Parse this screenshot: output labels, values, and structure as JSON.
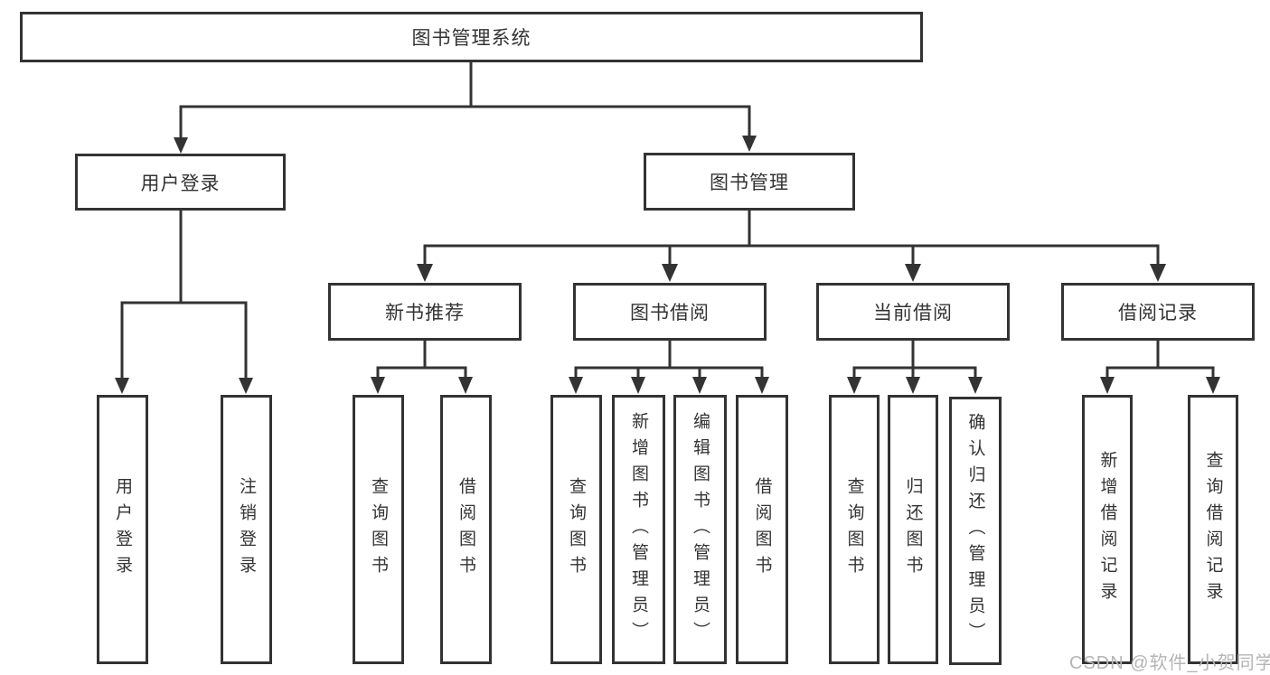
{
  "diagram": {
    "type": "hierarchy",
    "nodes": {
      "root": {
        "label": "图书管理系统"
      },
      "user_login": {
        "label": "用户登录"
      },
      "book_mgmt": {
        "label": "图书管理"
      },
      "new_book_rec": {
        "label": "新书推荐"
      },
      "book_borrow": {
        "label": "图书借阅"
      },
      "current_borrow": {
        "label": "当前借阅"
      },
      "borrow_record": {
        "label": "借阅记录"
      },
      "leaf_user_login": {
        "label": "用户登录"
      },
      "leaf_logout": {
        "label": "注销登录"
      },
      "leaf_rec_query_book": {
        "label": "查询图书"
      },
      "leaf_rec_borrow_book": {
        "label": "借阅图书"
      },
      "leaf_bor_query_book": {
        "label": "查询图书"
      },
      "leaf_bor_add_book": {
        "label": "新增图书（管理员）"
      },
      "leaf_bor_edit_book": {
        "label": "编辑图书（管理员）"
      },
      "leaf_bor_borrow_book": {
        "label": "借阅图书"
      },
      "leaf_cur_query_book": {
        "label": "查询图书"
      },
      "leaf_cur_return_book": {
        "label": "归还图书"
      },
      "leaf_cur_confirm_return": {
        "label": "确认归还（管理员）"
      },
      "leaf_log_add_record": {
        "label": "新增借阅记录"
      },
      "leaf_log_query_record": {
        "label": "查询借阅记录"
      }
    },
    "edges": [
      {
        "from": "图书管理系统",
        "to": [
          "用户登录",
          "图书管理"
        ]
      },
      {
        "from": "用户登录",
        "to": [
          "用户登录",
          "注销登录"
        ]
      },
      {
        "from": "图书管理",
        "to": [
          "新书推荐",
          "图书借阅",
          "当前借阅",
          "借阅记录"
        ]
      },
      {
        "from": "新书推荐",
        "to": [
          "查询图书",
          "借阅图书"
        ]
      },
      {
        "from": "图书借阅",
        "to": [
          "查询图书",
          "新增图书（管理员）",
          "编辑图书（管理员）",
          "借阅图书"
        ]
      },
      {
        "from": "当前借阅",
        "to": [
          "查询图书",
          "归还图书",
          "确认归还（管理员）"
        ]
      },
      {
        "from": "借阅记录",
        "to": [
          "新增借阅记录",
          "查询借阅记录"
        ]
      }
    ],
    "colors": {
      "line": "#333333",
      "text": "#333333",
      "box_fill": "#ffffff",
      "background": "#ffffff",
      "watermark": "#b5b5b5"
    }
  },
  "watermark": {
    "text": "CSDN @软件_小贺同学"
  }
}
